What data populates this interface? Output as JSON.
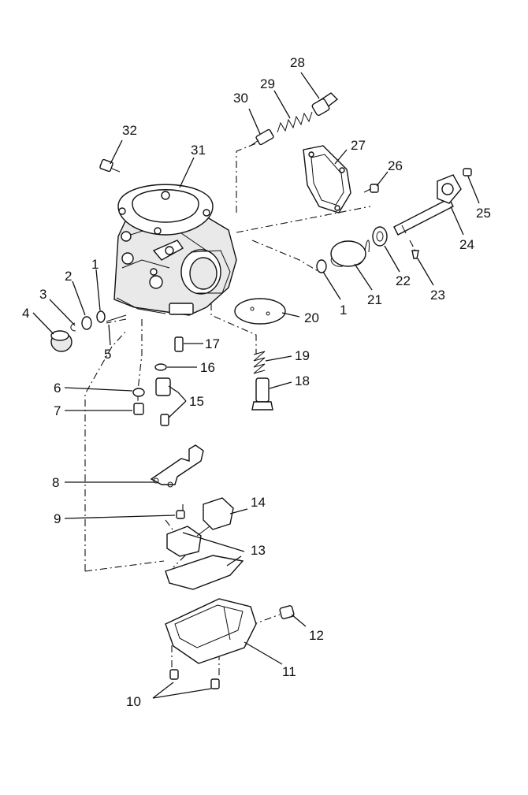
{
  "diagram": {
    "type": "exploded-parts-diagram",
    "callouts": {
      "c1a": "1",
      "c1b": "1",
      "c2": "2",
      "c3": "3",
      "c4": "4",
      "c5": "5",
      "c6": "6",
      "c7": "7",
      "c8": "8",
      "c9": "9",
      "c10": "10",
      "c11": "11",
      "c12": "12",
      "c13": "13",
      "c14": "14",
      "c15": "15",
      "c16": "16",
      "c17": "17",
      "c18": "18",
      "c19": "19",
      "c20": "20",
      "c21": "21",
      "c22": "22",
      "c23": "23",
      "c24": "24",
      "c25": "25",
      "c26": "26",
      "c27": "27",
      "c28": "28",
      "c29": "29",
      "c30": "30",
      "c31": "31",
      "c32": "32"
    }
  }
}
